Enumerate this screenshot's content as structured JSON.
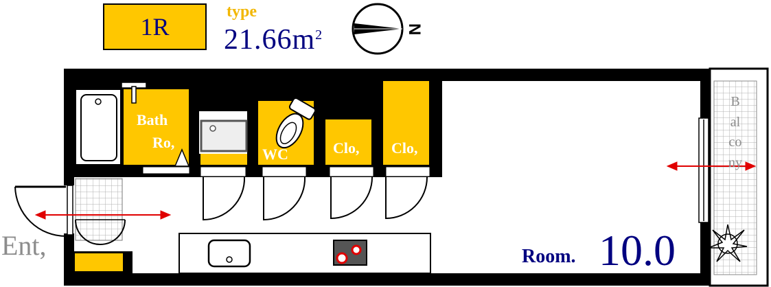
{
  "unit_type": "1R",
  "type_label": "type",
  "area": "21.66",
  "area_unit": "m",
  "area_unit_sup": "2",
  "compass_label": "N",
  "rooms": {
    "bath_line1": "Bath",
    "bath_line2": "Ro,",
    "wc": "WC",
    "closet1": "Clo,",
    "closet2": "Clo,",
    "balcony": "Balcony",
    "entrance": "Ent,",
    "room": "Room.",
    "room_size": "10.0"
  },
  "colors": {
    "accent_yellow": "#FFC700",
    "navy_text": "#000080",
    "wall": "#000000",
    "arrow": "#E00000",
    "grey_text": "#8c8c8c"
  }
}
